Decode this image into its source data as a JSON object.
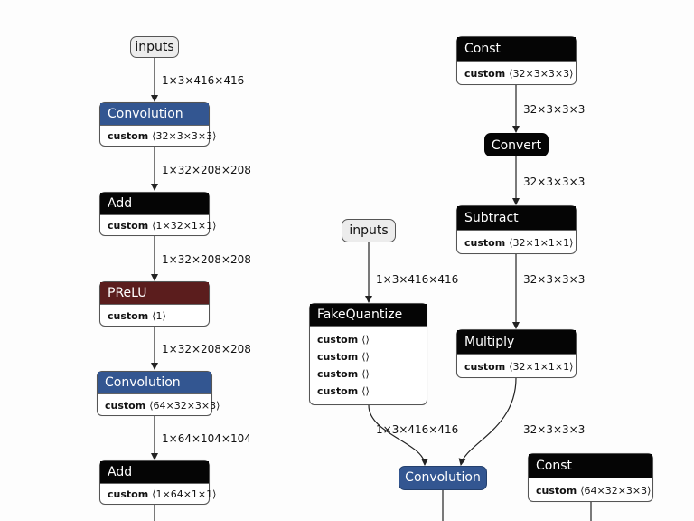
{
  "nodes": {
    "inputs_left": "inputs",
    "conv1": {
      "title": "Convolution",
      "attr": "custom",
      "value": "⟨32×3×3×3⟩"
    },
    "add1": {
      "title": "Add",
      "attr": "custom",
      "value": "⟨1×32×1×1⟩"
    },
    "prelu": {
      "title": "PReLU",
      "attr": "custom",
      "value": "⟨1⟩"
    },
    "conv2": {
      "title": "Convolution",
      "attr": "custom",
      "value": "⟨64×32×3×3⟩"
    },
    "add2": {
      "title": "Add",
      "attr": "custom",
      "value": "⟨1×64×1×1⟩"
    },
    "inputs_mid": "inputs",
    "fakequant": {
      "title": "FakeQuantize",
      "rows": [
        {
          "attr": "custom",
          "value": "⟨⟩"
        },
        {
          "attr": "custom",
          "value": "⟨⟩"
        },
        {
          "attr": "custom",
          "value": "⟨⟩"
        },
        {
          "attr": "custom",
          "value": "⟨⟩"
        }
      ]
    },
    "const1": {
      "title": "Const",
      "attr": "custom",
      "value": "⟨32×3×3×3⟩"
    },
    "convert": "Convert",
    "subtract": {
      "title": "Subtract",
      "attr": "custom",
      "value": "⟨32×1×1×1⟩"
    },
    "multiply": {
      "title": "Multiply",
      "attr": "custom",
      "value": "⟨32×1×1×1⟩"
    },
    "conv3": "Convolution",
    "const2": {
      "title": "Const",
      "attr": "custom",
      "value": "⟨64×32×3×3⟩"
    }
  },
  "edges": {
    "inputs_conv1": "1×3×416×416",
    "conv1_add1": "1×32×208×208",
    "add1_prelu": "1×32×208×208",
    "prelu_conv2": "1×32×208×208",
    "conv2_add2": "1×64×104×104",
    "inputs_fq": "1×3×416×416",
    "fq_conv3": "1×3×416×416",
    "const1_convert": "32×3×3×3",
    "convert_subtract": "32×3×3×3",
    "subtract_multiply": "32×3×3×3",
    "multiply_conv3": "32×3×3×3"
  },
  "colors": {
    "convolution": "#335691",
    "operator": "#050505",
    "prelu": "#5b1d1d",
    "input": "#ececec"
  }
}
